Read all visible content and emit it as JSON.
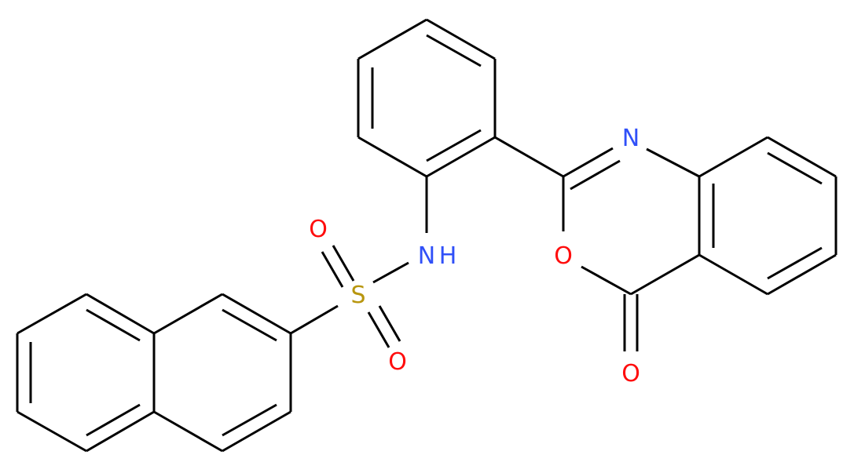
{
  "colors": {
    "bond": "#000000",
    "nitrogen": "#3050F8",
    "oxygen": "#FF0D0D",
    "sulfur": "#B8960F",
    "background": "#FFFFFF"
  },
  "atoms": {
    "sulfonyl_s": "S",
    "sulfonyl_o_top": "O",
    "sulfonyl_o_bottom": "O",
    "amine_n": "N",
    "amine_h": "H",
    "ring_n": "N",
    "ring_o": "O",
    "carbonyl_o": "O"
  }
}
